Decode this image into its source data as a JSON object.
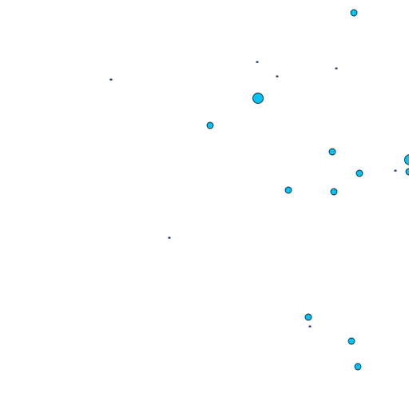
{
  "map": {
    "background_color": "#ffffff",
    "marker_fill": "#00c2f5",
    "marker_stroke": "#0b2a3a",
    "tiny_marker_color": "#1f3a6e",
    "features": [
      {
        "id": "p1",
        "type": "circle",
        "size": "medium"
      },
      {
        "id": "p2",
        "type": "square",
        "size": "tiny"
      },
      {
        "id": "p3",
        "type": "square",
        "size": "tiny"
      },
      {
        "id": "p4",
        "type": "square",
        "size": "tiny"
      },
      {
        "id": "p5",
        "type": "square",
        "size": "tiny"
      },
      {
        "id": "p6",
        "type": "circle",
        "size": "large"
      },
      {
        "id": "p7",
        "type": "circle",
        "size": "medium"
      },
      {
        "id": "p8",
        "type": "circle",
        "size": "medium"
      },
      {
        "id": "p9",
        "type": "circle",
        "size": "large"
      },
      {
        "id": "p10",
        "type": "circle",
        "size": "medium"
      },
      {
        "id": "p11",
        "type": "square",
        "size": "tiny"
      },
      {
        "id": "p12",
        "type": "circle",
        "size": "medium"
      },
      {
        "id": "p13",
        "type": "circle",
        "size": "medium"
      },
      {
        "id": "p14",
        "type": "circle",
        "size": "medium"
      },
      {
        "id": "p15",
        "type": "square",
        "size": "tiny"
      },
      {
        "id": "p16",
        "type": "circle",
        "size": "medium"
      },
      {
        "id": "p17",
        "type": "square",
        "size": "tiny"
      },
      {
        "id": "p18",
        "type": "circle",
        "size": "medium"
      },
      {
        "id": "p19",
        "type": "circle",
        "size": "medium"
      }
    ]
  }
}
